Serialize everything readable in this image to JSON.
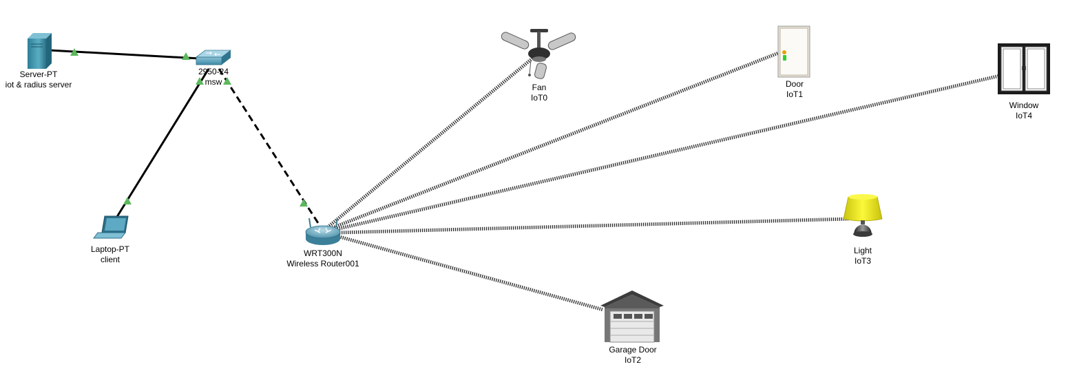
{
  "devices": {
    "server": {
      "model": "Server-PT",
      "name": "iot & radius server"
    },
    "switch": {
      "model": "2950-24",
      "name": "msw"
    },
    "laptop": {
      "model": "Laptop-PT",
      "name": "client"
    },
    "router": {
      "model": "WRT300N",
      "name": "Wireless Router001"
    },
    "fan": {
      "model": "Fan",
      "name": "IoT0"
    },
    "door": {
      "model": "Door",
      "name": "IoT1"
    },
    "window": {
      "model": "Window",
      "name": "IoT4"
    },
    "light": {
      "model": "Light",
      "name": "IoT3"
    },
    "garage": {
      "model": "Garage Door",
      "name": "IoT2"
    }
  },
  "links": [
    {
      "from": "server",
      "to": "switch",
      "type": "copper-straight",
      "status": "up"
    },
    {
      "from": "switch",
      "to": "laptop",
      "type": "copper-straight",
      "status": "up"
    },
    {
      "from": "switch",
      "to": "router",
      "type": "copper-cross",
      "status": "up"
    },
    {
      "from": "router",
      "to": "fan",
      "type": "wireless"
    },
    {
      "from": "router",
      "to": "door",
      "type": "wireless"
    },
    {
      "from": "router",
      "to": "window",
      "type": "wireless"
    },
    {
      "from": "router",
      "to": "light",
      "type": "wireless"
    },
    {
      "from": "router",
      "to": "garage",
      "type": "wireless"
    }
  ],
  "colors": {
    "link_up": "#5cb85c",
    "server_teal": "#3a8fa8",
    "lamp_yellow": "#f2ee1a",
    "door_light_green": "#2fd02f"
  }
}
